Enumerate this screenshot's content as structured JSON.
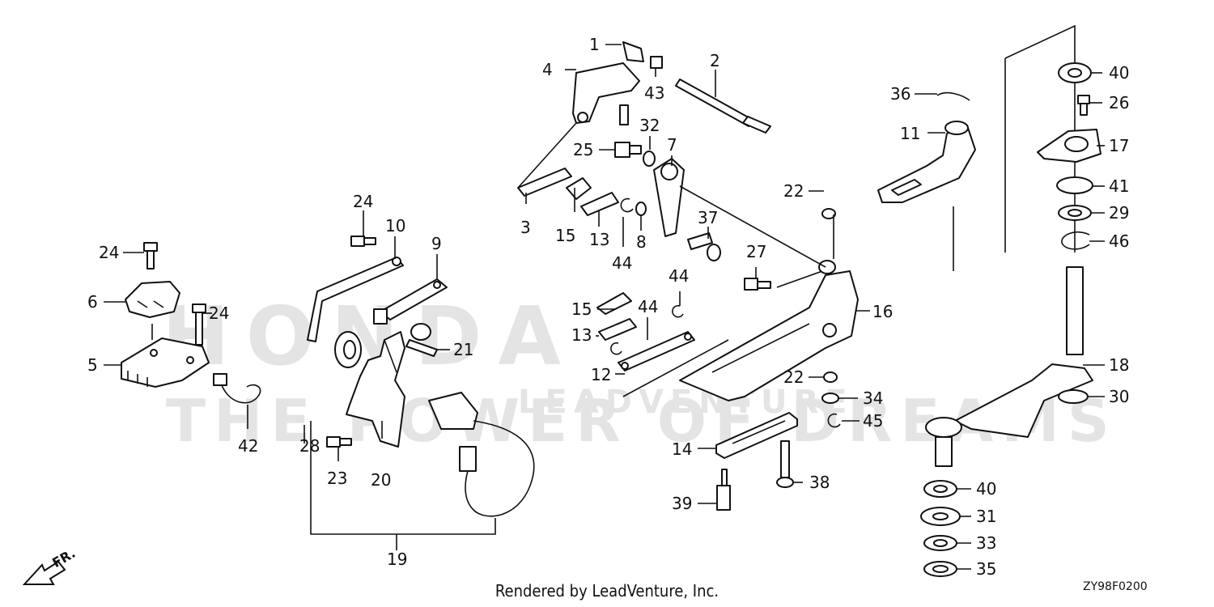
{
  "diagram": {
    "footer_text": "Rendered by LeadVenture, Inc.",
    "diagram_code": "ZY98F0200",
    "direction_label": "FR.",
    "watermark_brand": "HONDA",
    "watermark_tagline": "THE POWER OF DREAMS",
    "watermark_sub": "LEADVENTURE",
    "callouts": [
      {
        "number": "1"
      },
      {
        "number": "2"
      },
      {
        "number": "3"
      },
      {
        "number": "4"
      },
      {
        "number": "5"
      },
      {
        "number": "6"
      },
      {
        "number": "7"
      },
      {
        "number": "8"
      },
      {
        "number": "9"
      },
      {
        "number": "10"
      },
      {
        "number": "11"
      },
      {
        "number": "12"
      },
      {
        "number": "13"
      },
      {
        "number": "13"
      },
      {
        "number": "14"
      },
      {
        "number": "15"
      },
      {
        "number": "15"
      },
      {
        "number": "16"
      },
      {
        "number": "17"
      },
      {
        "number": "18"
      },
      {
        "number": "19"
      },
      {
        "number": "20"
      },
      {
        "number": "21"
      },
      {
        "number": "22"
      },
      {
        "number": "22"
      },
      {
        "number": "23"
      },
      {
        "number": "24"
      },
      {
        "number": "24"
      },
      {
        "number": "24"
      },
      {
        "number": "25"
      },
      {
        "number": "26"
      },
      {
        "number": "27"
      },
      {
        "number": "28"
      },
      {
        "number": "29"
      },
      {
        "number": "30"
      },
      {
        "number": "31"
      },
      {
        "number": "32"
      },
      {
        "number": "33"
      },
      {
        "number": "34"
      },
      {
        "number": "35"
      },
      {
        "number": "36"
      },
      {
        "number": "37"
      },
      {
        "number": "38"
      },
      {
        "number": "39"
      },
      {
        "number": "40"
      },
      {
        "number": "40"
      },
      {
        "number": "41"
      },
      {
        "number": "42"
      },
      {
        "number": "43"
      },
      {
        "number": "44"
      },
      {
        "number": "44"
      },
      {
        "number": "44"
      },
      {
        "number": "45"
      },
      {
        "number": "46"
      }
    ]
  }
}
